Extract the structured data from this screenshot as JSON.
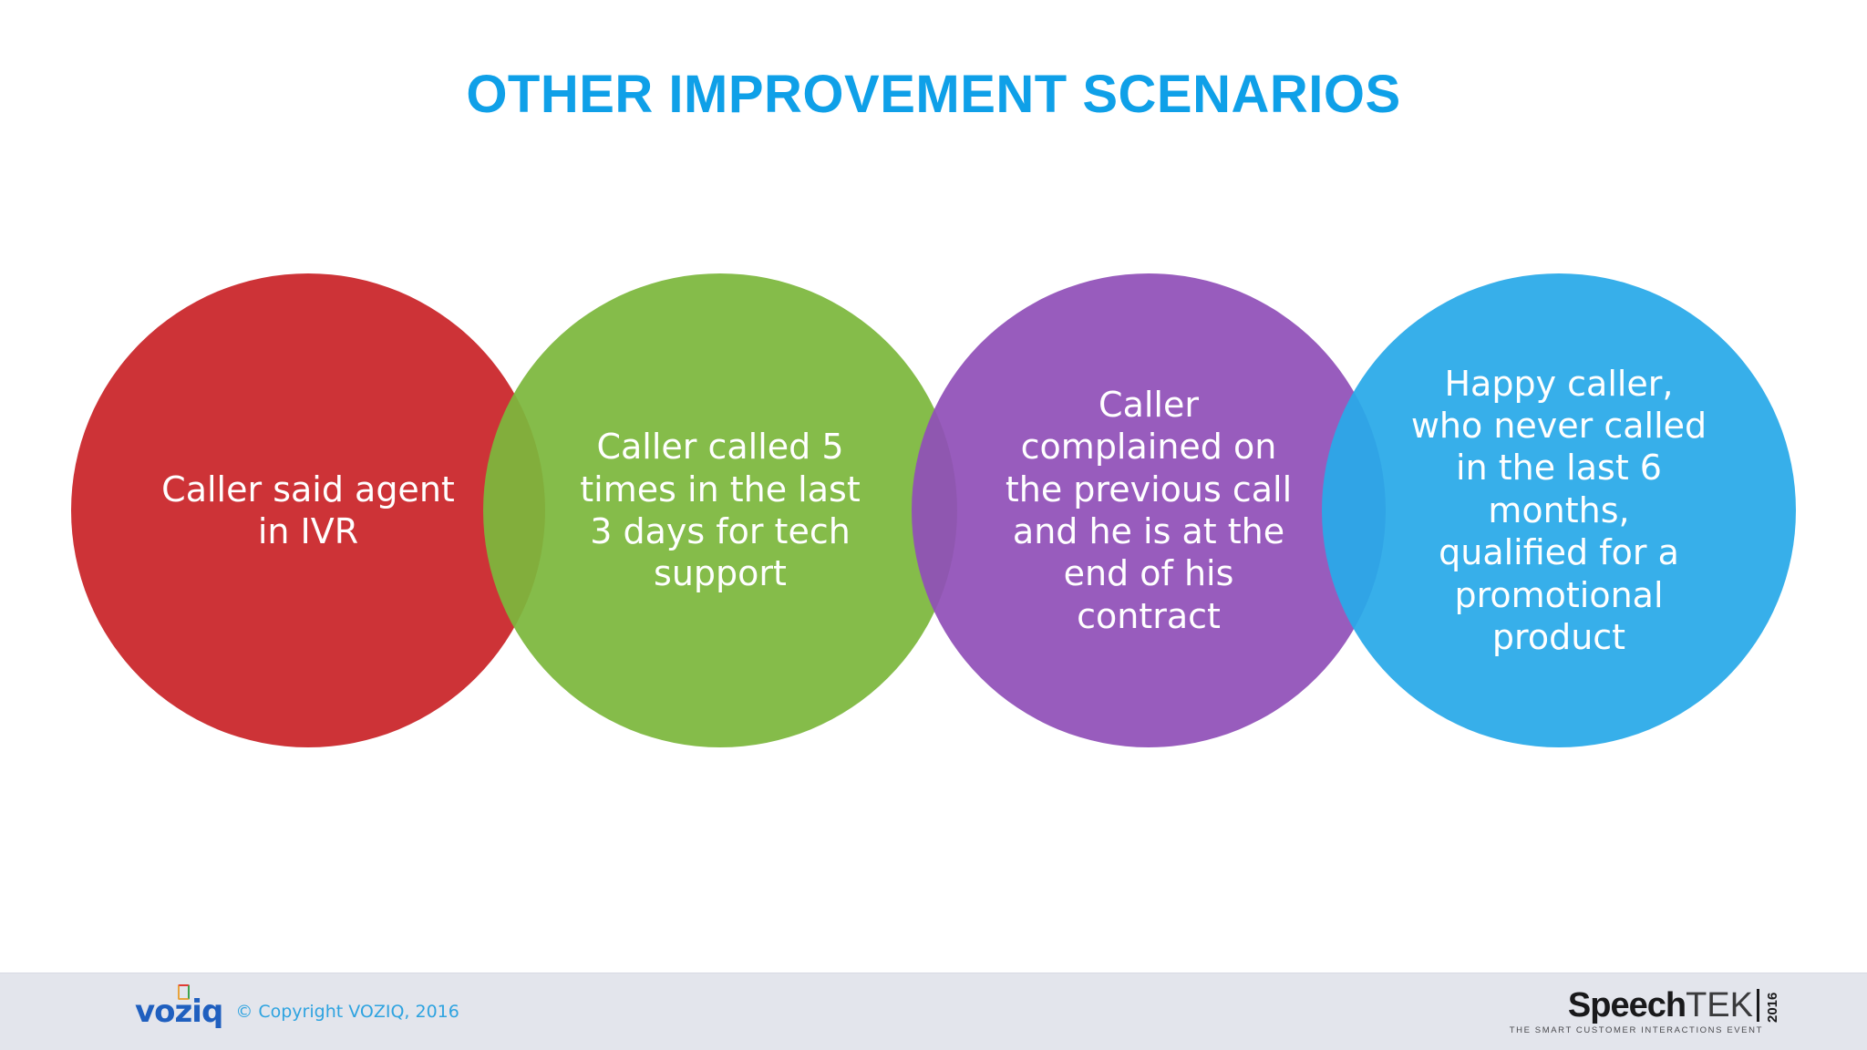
{
  "slide": {
    "title": "OTHER IMPROVEMENT SCENARIOS",
    "background_color": "#FFFFFF",
    "title_color": "#0FA0E8"
  },
  "venn": {
    "circles": [
      {
        "id": "red",
        "text": "Caller said agent in IVR",
        "color": "#CD3337",
        "text_color": "#FFFFFF"
      },
      {
        "id": "green",
        "text": "Caller called 5 times in the last 3 days for tech support",
        "color": "#7CB73D",
        "text_color": "#FFFFFF"
      },
      {
        "id": "purple",
        "text": "Caller complained on the previous call and he is at the end of his contract",
        "color": "#9050B8",
        "text_color": "#FFFFFF"
      },
      {
        "id": "blue",
        "text": "Happy caller, who never called in the last 6 months, qualified for a promotional product",
        "color": "#29A9E8",
        "text_color": "#FFFFFF"
      }
    ]
  },
  "footer": {
    "background_color": "#E3E5EC",
    "logo_text": "voziq",
    "copyright": "© Copyright VOZIQ, 2016",
    "copyright_color": "#2EA3E0",
    "event_logo": {
      "bold_part": "Speech",
      "light_part": "TEK",
      "year": "2016",
      "tagline": "THE SMART CUSTOMER INTERACTIONS EVENT"
    }
  }
}
